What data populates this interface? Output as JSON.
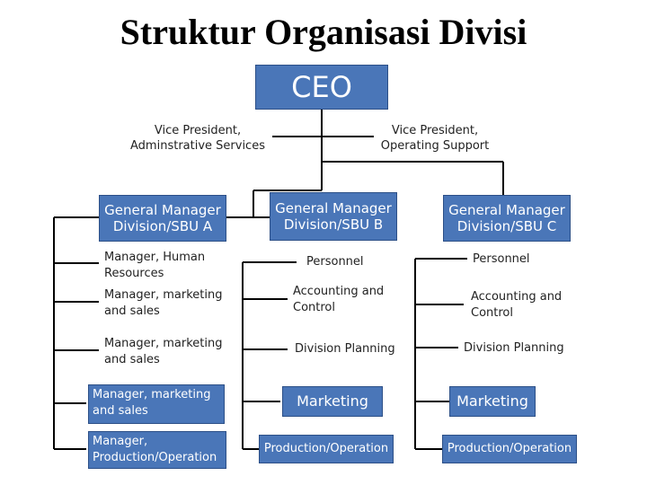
{
  "title": "Struktur Organisasi Divisi",
  "ceo": "CEO",
  "vp_admin": [
    "Vice President,",
    "Adminstrative Services"
  ],
  "vp_operating": [
    "Vice President,",
    "Operating Support"
  ],
  "division_a": {
    "head": [
      "General Manager",
      "Division/SBU A"
    ],
    "items": [
      [
        "Manager, Human",
        "Resources"
      ],
      [
        "Manager, marketing",
        "and sales"
      ],
      [
        "Manager, marketing",
        "and sales"
      ],
      [
        "Manager, marketing",
        "and sales"
      ],
      [
        "Manager,",
        "Production/Operation"
      ]
    ]
  },
  "division_b": {
    "head": [
      "General Manager",
      "Division/SBU B"
    ],
    "items": [
      [
        "Personnel"
      ],
      [
        "Accounting and",
        "Control"
      ],
      [
        "Division Planning"
      ],
      [
        "Marketing"
      ],
      [
        "Production/Operation"
      ]
    ]
  },
  "division_c": {
    "head": [
      "General Manager",
      "Division/SBU C"
    ],
    "items": [
      [
        "Personnel"
      ],
      [
        "Accounting and",
        "Control"
      ],
      [
        "Division Planning"
      ],
      [
        "Marketing"
      ],
      [
        "Production/Operation"
      ]
    ]
  }
}
